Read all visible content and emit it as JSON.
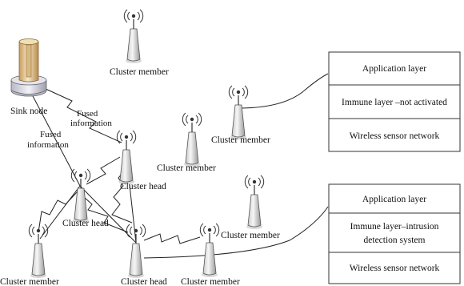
{
  "sink": {
    "label": "Sink node"
  },
  "annotations": {
    "fused_upper": [
      "Fused",
      "information"
    ],
    "fused_lower": [
      "Fused",
      "information"
    ]
  },
  "nodes": {
    "member_top": "Cluster member",
    "member_mid": "Cluster member",
    "member_center": "Cluster member",
    "member_right": "Cluster member",
    "member_bottom_left": "Cluster member",
    "member_bottom_mid": "Cluster member",
    "head_top": "Cluster head",
    "head_left": "Cluster head",
    "head_bottom": "Cluster head"
  },
  "stack_top": {
    "layers": [
      [
        "Application layer"
      ],
      [
        "Immune layer –not activated"
      ],
      [
        "Wireless sensor network"
      ]
    ]
  },
  "stack_bottom": {
    "layers": [
      [
        "Application layer"
      ],
      [
        "Immune layer–intrusion",
        "detection system"
      ],
      [
        "Wireless sensor network"
      ]
    ]
  }
}
